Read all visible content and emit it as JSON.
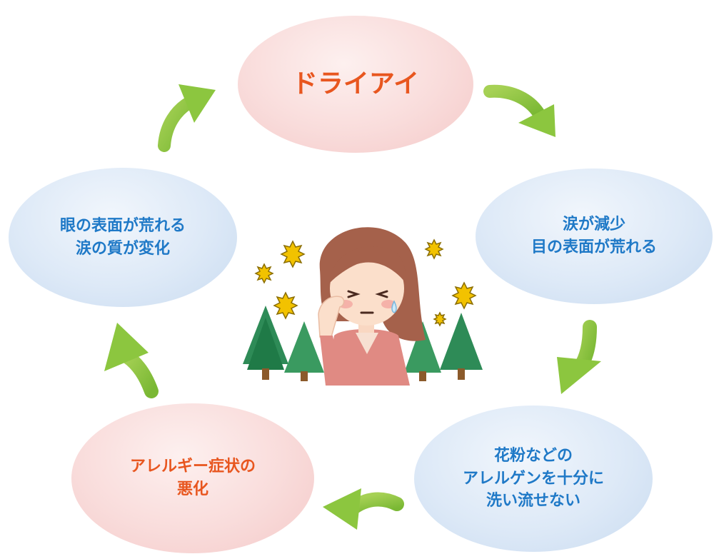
{
  "nodes": {
    "top": {
      "lines": [
        "ドライアイ"
      ],
      "color": "#e8561f"
    },
    "right": {
      "lines": [
        "涙が減少",
        "目の表面が荒れる"
      ],
      "color": "#1f79c7"
    },
    "bottom_right": {
      "lines": [
        "花粉などの",
        "アレルゲンを十分に",
        "洗い流せない"
      ],
      "color": "#1f79c7"
    },
    "bottom_left": {
      "lines": [
        "アレルギー症状の",
        "悪化"
      ],
      "color": "#e8561f"
    },
    "left": {
      "lines": [
        "眼の表面が荒れる",
        "涙の質が変化"
      ],
      "color": "#1f79c7"
    }
  },
  "colors": {
    "arrow": "#8cc63f",
    "pink_node": "#f7d4d3",
    "blue_node": "#d6e5f5"
  },
  "illustration": "woman-rubbing-eye-with-pollen-and-cedar-trees"
}
